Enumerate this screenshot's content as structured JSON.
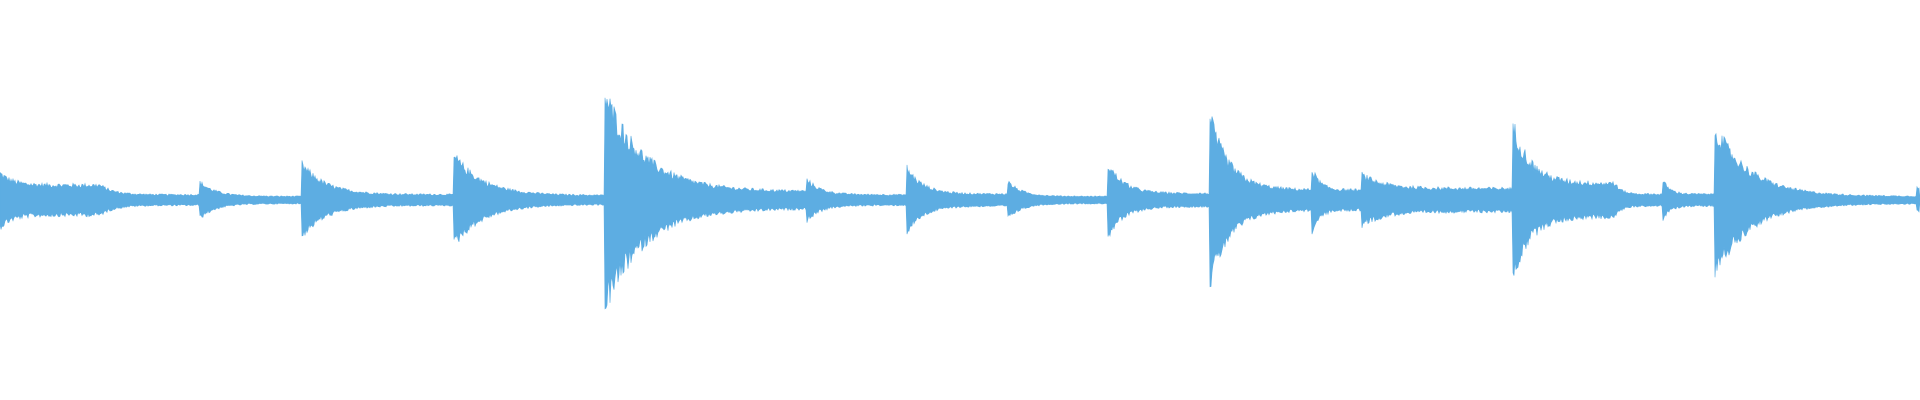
{
  "waveform": {
    "color": "#5DADE2",
    "background": "#FFFFFF",
    "baseline_amplitude": 0.01,
    "segments": [
      {
        "start": 0.0,
        "end": 0.052,
        "peak": 0.18,
        "decay": 0.35,
        "sustain": 0.55
      },
      {
        "start": 0.052,
        "end": 0.104,
        "peak": 0.1,
        "decay": 0.4,
        "sustain": 0.35
      },
      {
        "start": 0.104,
        "end": 0.157,
        "peak": 0.12,
        "decay": 0.45,
        "sustain": 0.2
      },
      {
        "start": 0.157,
        "end": 0.236,
        "peak": 0.24,
        "decay": 0.45,
        "sustain": 0.15
      },
      {
        "start": 0.236,
        "end": 0.315,
        "peak": 0.3,
        "decay": 0.55,
        "sustain": 0.1
      },
      {
        "start": 0.315,
        "end": 0.42,
        "peak": 0.7,
        "decay": 0.55,
        "sustain": 0.08
      },
      {
        "start": 0.42,
        "end": 0.472,
        "peak": 0.14,
        "decay": 0.4,
        "sustain": 0.25
      },
      {
        "start": 0.472,
        "end": 0.525,
        "peak": 0.22,
        "decay": 0.45,
        "sustain": 0.18
      },
      {
        "start": 0.525,
        "end": 0.577,
        "peak": 0.12,
        "decay": 0.4,
        "sustain": 0.2
      },
      {
        "start": 0.577,
        "end": 0.63,
        "peak": 0.24,
        "decay": 0.45,
        "sustain": 0.18
      },
      {
        "start": 0.63,
        "end": 0.683,
        "peak": 0.55,
        "decay": 0.55,
        "sustain": 0.12
      },
      {
        "start": 0.683,
        "end": 0.709,
        "peak": 0.22,
        "decay": 0.45,
        "sustain": 0.3
      },
      {
        "start": 0.709,
        "end": 0.788,
        "peak": 0.17,
        "decay": 0.4,
        "sustain": 0.45
      },
      {
        "start": 0.788,
        "end": 0.84,
        "peak": 0.5,
        "decay": 0.5,
        "sustain": 0.22
      },
      {
        "start": 0.84,
        "end": 0.866,
        "peak": 0.13,
        "decay": 0.4,
        "sustain": 0.3
      },
      {
        "start": 0.866,
        "end": 0.893,
        "peak": 0.13,
        "decay": 0.4,
        "sustain": 0.3
      },
      {
        "start": 0.893,
        "end": 0.998,
        "peak": 0.48,
        "decay": 0.5,
        "sustain": 0.05
      },
      {
        "start": 0.998,
        "end": 1.0,
        "peak": 0.08,
        "decay": 1.0,
        "sustain": 1.0
      }
    ]
  }
}
